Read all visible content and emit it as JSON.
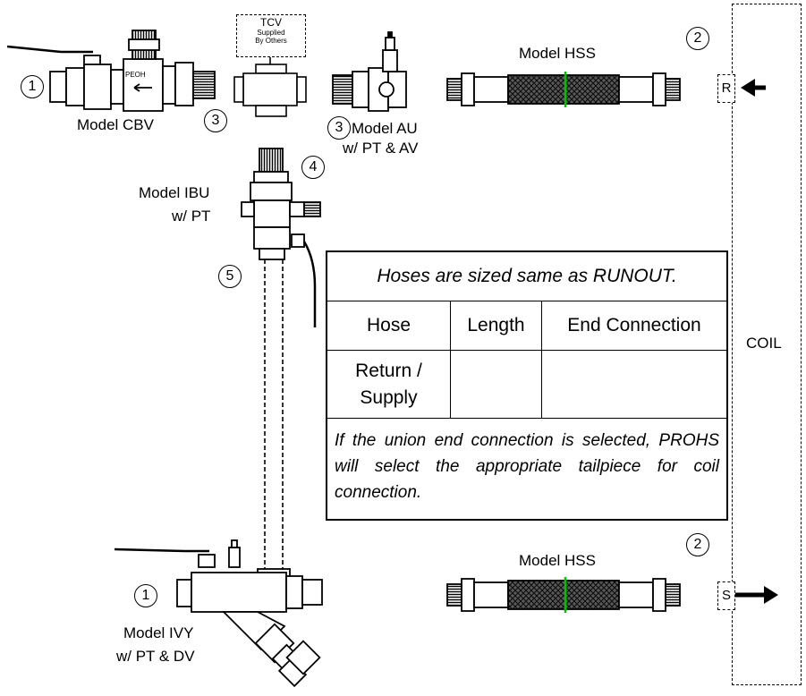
{
  "labels": {
    "model_cbv": "Model CBV",
    "model_au": "Model AU",
    "model_au_sub": "w/ PT & AV",
    "model_hss_top": "Model HSS",
    "model_hss_bottom": "Model HSS",
    "model_ibu": "Model IBU",
    "model_ibu_sub": "w/ PT",
    "model_ivy": "Model IVY",
    "model_ivy_sub": "w/ PT & DV",
    "coil": "COIL",
    "port_return": "R",
    "port_supply": "S",
    "valve_text": "PEOH"
  },
  "tcv": {
    "title": "TCV",
    "line1": "Supplied",
    "line2": "By Others"
  },
  "callouts": {
    "n1_top": "1",
    "n2_top": "2",
    "n3_left": "3",
    "n3_right": "3",
    "n4": "4",
    "n5": "5",
    "n1_bottom": "1",
    "n2_bottom": "2"
  },
  "table": {
    "title": "Hoses are sized same as RUNOUT.",
    "headers": [
      "Hose",
      "Length",
      "End Connection"
    ],
    "row_label_line1": "Return /",
    "row_label_line2": "Supply",
    "row_length": "",
    "row_end_connection": "",
    "note": "If the union end connection is selected, PROHS will select the appropriate tailpiece for coil connection."
  },
  "colors": {
    "line": "#000000",
    "braid": "#3a3a3a",
    "hose_marker": "#00c000",
    "background": "#ffffff"
  }
}
